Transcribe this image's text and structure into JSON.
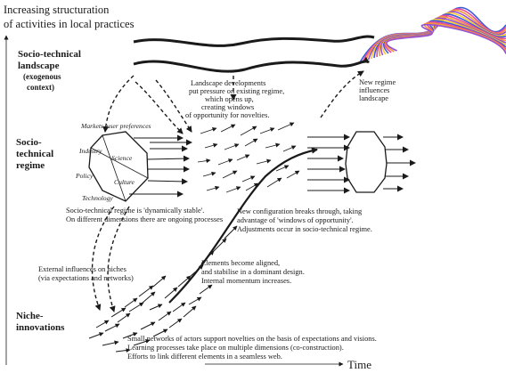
{
  "y_axis_title": [
    "Increasing structuration",
    "of activities in local practices"
  ],
  "x_axis_title": "Time",
  "levels": {
    "landscape": [
      "Socio-technical",
      "landscape",
      "(exogenous",
      "context)"
    ],
    "regime": [
      "Socio-",
      "technical",
      "regime"
    ],
    "niche": [
      "Niche-",
      "innovations"
    ]
  },
  "regime_dimensions": [
    "Markets, user preferences",
    "Industry",
    "Science",
    "Policy",
    "Culture",
    "Technology"
  ],
  "annotations": {
    "landscape_developments": [
      "Landscape developments",
      "put pressure on existing regime,",
      "which opens up,",
      "creating windows",
      "of opportunity for novelties."
    ],
    "new_regime": [
      "New regime",
      "influences",
      "landscape"
    ],
    "dynamically_stable": [
      "Socio-technical regime is 'dynamically stable'.",
      "On different dimensions there are ongoing processes"
    ],
    "breakthrough": [
      "New configuration breaks through, taking",
      "advantage of 'windows of opportunity'.",
      "Adjustments occur in socio-technical regime."
    ],
    "external_influences": [
      "External influences on niches",
      "(via expectations and networks)"
    ],
    "aligned": [
      "Elements become aligned,",
      "and stabilise in a dominant design.",
      "Internal momentum increases."
    ],
    "small_networks": [
      "Small networks of actors support novelties on the basis of expectations and visions.",
      "Learning processes take place on multiple dimensions (co-construction).",
      "Efforts to link different elements in a seamless web."
    ]
  },
  "colors": {
    "ink": "#1a1a1a",
    "ribbon": [
      "#2a4bd7",
      "#e83a8a",
      "#f28c28",
      "#8a3ccf",
      "#f5c518"
    ]
  }
}
